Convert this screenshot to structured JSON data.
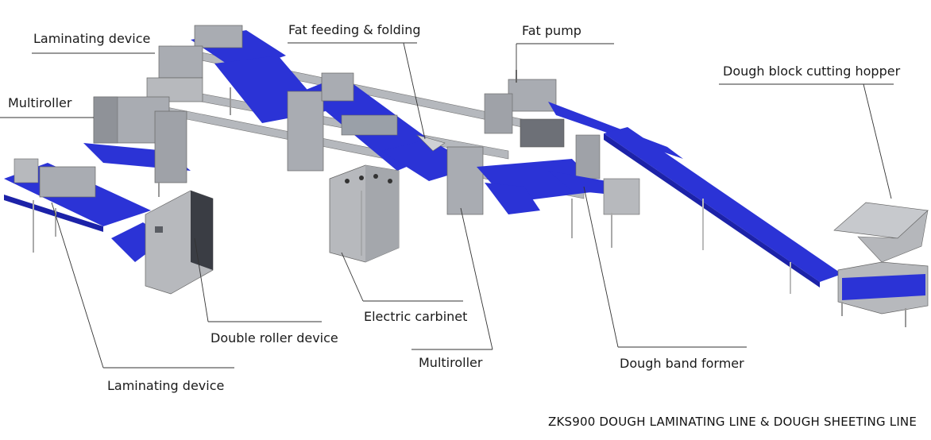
{
  "title": "ZKS900 DOUGH LAMINATING LINE & DOUGH SHEETING LINE",
  "colors": {
    "belt": "#2b33d6",
    "belt_dark": "#1c22a8",
    "machine": "#a9acb2",
    "machine_dark": "#7d8087",
    "cabinet": "#b7b9bd",
    "frame": "#c8cace",
    "leader": "#333333"
  },
  "labels": {
    "laminating_device_top": "Laminating device",
    "multiroller_left": "Multiroller",
    "fat_feeding_folding": "Fat feeding & folding",
    "fat_pump": "Fat pump",
    "dough_block_cutting_hopper": "Dough block cutting hopper",
    "electric_cabinet": "Electric carbinet",
    "double_roller_device": "Double roller device",
    "laminating_device_bottom": "Laminating device",
    "multiroller_bottom": "Multiroller",
    "dough_band_former": "Dough band former"
  }
}
